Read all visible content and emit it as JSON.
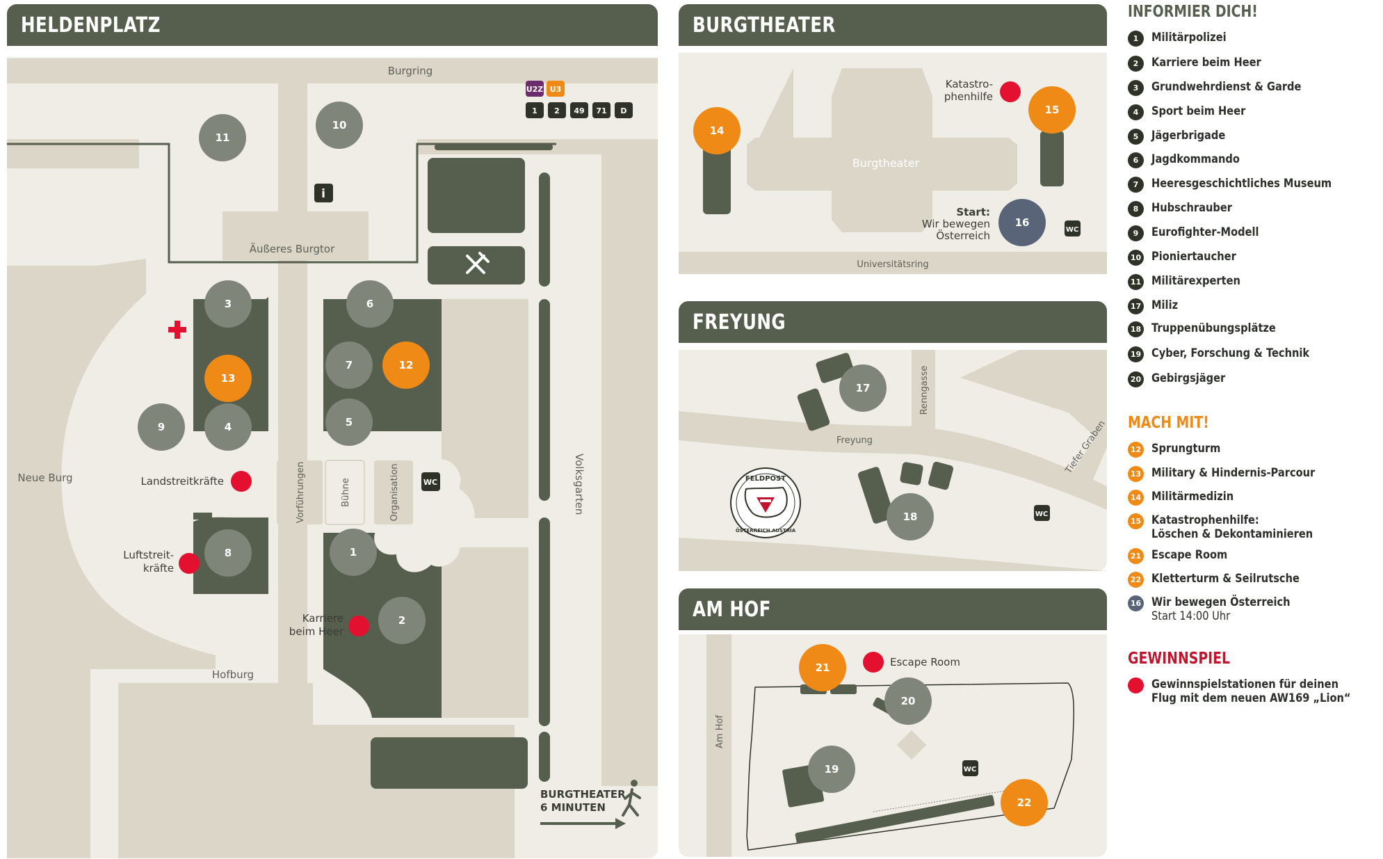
{
  "colors": {
    "panel_bg": "#f0ede6",
    "street": "#dcd6c9",
    "header": "#565e4d",
    "tent": "#565e4d",
    "station": "#80857a",
    "orange": "#ef8a17",
    "red": "#e3102f",
    "blue_grey": "#5a6478",
    "heading_red": "#c0152d",
    "heading_orange": "#ef8a17",
    "heading_olive": "#565e4d"
  },
  "heldenplatz": {
    "title": "HELDENPLATZ",
    "streets": {
      "burgring": "Burgring",
      "aeusseres_burgtor": "Äußeres Burgtor",
      "neue_burg": "Neue Burg",
      "hofburg": "Hofburg",
      "volksgarten": "Volksgarten",
      "vorfuehrungen": "Vorführungen",
      "buehne": "Bühne",
      "organisation": "Organisation"
    },
    "transit_lines": [
      "U2Z",
      "U3"
    ],
    "tram_lines": [
      "1",
      "2",
      "49",
      "71",
      "D"
    ],
    "labels": {
      "landstreitkraefte": "Landstreitkräfte",
      "luftstreit_1": "Luftstreit-",
      "luftstreit_2": "kräfte",
      "karriere_1": "Karriere",
      "karriere_2": "beim Heer",
      "wc": "WC",
      "info": "i",
      "burgtheater_walk_1": "BURGTHEATER",
      "burgtheater_walk_2": "6 MINUTEN"
    },
    "stations": [
      "11",
      "10",
      "3",
      "13",
      "9",
      "4",
      "6",
      "7",
      "12",
      "5",
      "8",
      "1",
      "2"
    ]
  },
  "burgtheater": {
    "title": "BURGTHEATER",
    "labels": {
      "building": "Burgtheater",
      "katastrophe_1": "Katastro-",
      "katastrophe_2": "phenhilfe",
      "start_1": "Start:",
      "start_2": "Wir bewegen",
      "start_3": "Österreich",
      "street": "Universitätsring",
      "wc": "WC"
    },
    "stations": [
      "14",
      "15",
      "16"
    ]
  },
  "freyung": {
    "title": "FREYUNG",
    "labels": {
      "renngasse": "Renngasse",
      "freyung": "Freyung",
      "tiefer_graben": "Tiefer Graben",
      "wc": "WC",
      "stamp_top": "FELDPOST",
      "stamp_bottom": "ÖSTERREICH AUSTRIA"
    },
    "stations": [
      "17",
      "18"
    ]
  },
  "am_hof": {
    "title": "AM HOF",
    "labels": {
      "street": "Am Hof",
      "escape_room": "Escape Room",
      "wc": "WC"
    },
    "stations": [
      "21",
      "20",
      "19",
      "22"
    ]
  },
  "legend": {
    "informier": {
      "heading": "INFORMIER DICH!",
      "items": [
        {
          "num": "1",
          "label": "Militärpolizei"
        },
        {
          "num": "2",
          "label": "Karriere beim Heer"
        },
        {
          "num": "3",
          "label": "Grundwehrdienst & Garde"
        },
        {
          "num": "4",
          "label": "Sport beim Heer"
        },
        {
          "num": "5",
          "label": "Jägerbrigade"
        },
        {
          "num": "6",
          "label": "Jagdkommando"
        },
        {
          "num": "7",
          "label": "Heeresgeschichtliches Museum"
        },
        {
          "num": "8",
          "label": "Hubschrauber"
        },
        {
          "num": "9",
          "label": "Eurofighter-Modell"
        },
        {
          "num": "10",
          "label": "Pioniertaucher"
        },
        {
          "num": "11",
          "label": "Militärexperten"
        },
        {
          "num": "17",
          "label": "Miliz"
        },
        {
          "num": "18",
          "label": "Truppenübungsplätze"
        },
        {
          "num": "19",
          "label": "Cyber, Forschung & Technik"
        },
        {
          "num": "20",
          "label": "Gebirgsjäger"
        }
      ]
    },
    "machmit": {
      "heading": "MACH MIT!",
      "items": [
        {
          "num": "12",
          "label": "Sprungturm"
        },
        {
          "num": "13",
          "label": "Military & Hindernis-Parcour"
        },
        {
          "num": "14",
          "label": "Militärmedizin"
        },
        {
          "num": "15",
          "label": "Katastrophenhilfe:",
          "sub": "Löschen & Dekontaminieren"
        },
        {
          "num": "21",
          "label": "Escape Room"
        },
        {
          "num": "22",
          "label": "Kletterturm & Seilrutsche"
        },
        {
          "num": "16",
          "label": "Wir bewegen Österreich",
          "sub": "Start 14:00 Uhr"
        }
      ]
    },
    "gewinnspiel": {
      "heading": "GEWINNSPIEL",
      "items": [
        {
          "label": "Gewinnspielstationen für deinen",
          "sub": "Flug mit dem neuen AW169 „Lion“"
        }
      ]
    }
  }
}
